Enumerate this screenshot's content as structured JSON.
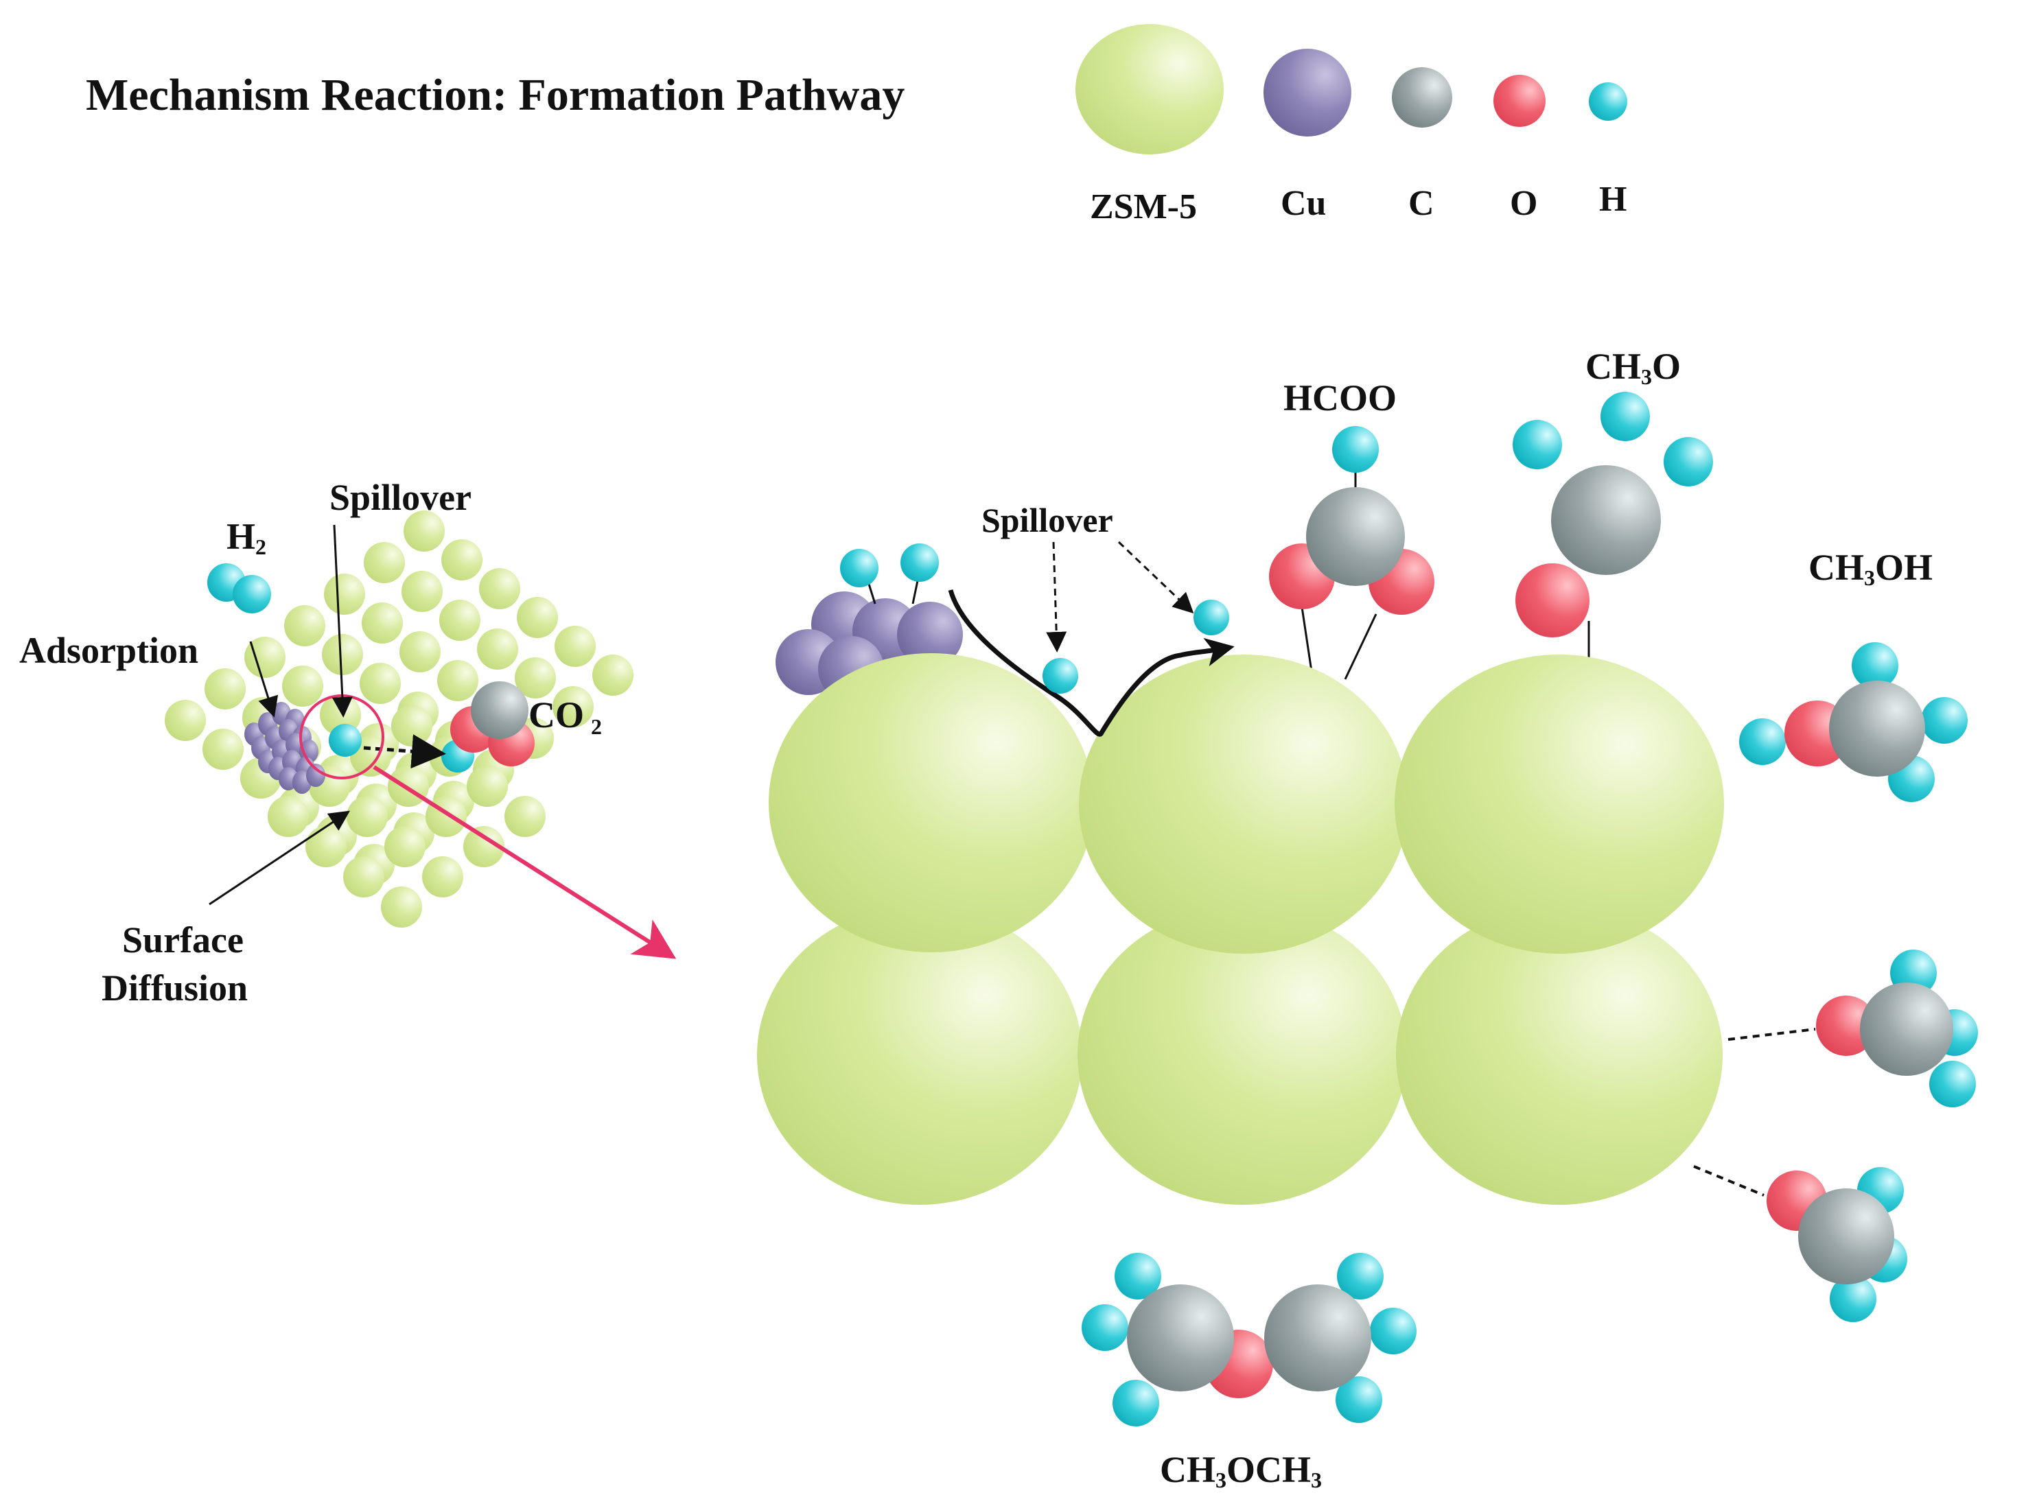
{
  "title": "Mechanism Reaction: Formation Pathway",
  "legend": {
    "zsm5": "ZSM-5",
    "cu": "Cu",
    "c": "C",
    "o": "O",
    "h": "H"
  },
  "labels": {
    "h2_main": "H",
    "h2_sub": "2",
    "spillover_left": "Spillover",
    "adsorption": "Adsorption",
    "co2_main": "CO",
    "co2_sub": "2",
    "surface_diffusion_line1": "Surface",
    "surface_diffusion_line2": "Diffusion",
    "spillover_right": "Spillover",
    "hcoo": "HCOO",
    "ch3o_a": "CH",
    "ch3o_sub": "3",
    "ch3o_b": "O",
    "ch3oh_a": "CH",
    "ch3oh_sub": "3",
    "ch3oh_b": "OH",
    "dme_a": "CH",
    "dme_sub1": "3",
    "dme_b": "OCH",
    "dme_sub2": "3"
  },
  "colors": {
    "zsm5": "#c9e08a",
    "cu": "#7e74a8",
    "carbon": "#8e9a9c",
    "oxygen": "#ea5666",
    "hydrogen": "#1cc2cf",
    "arrow": "#e6336a"
  }
}
